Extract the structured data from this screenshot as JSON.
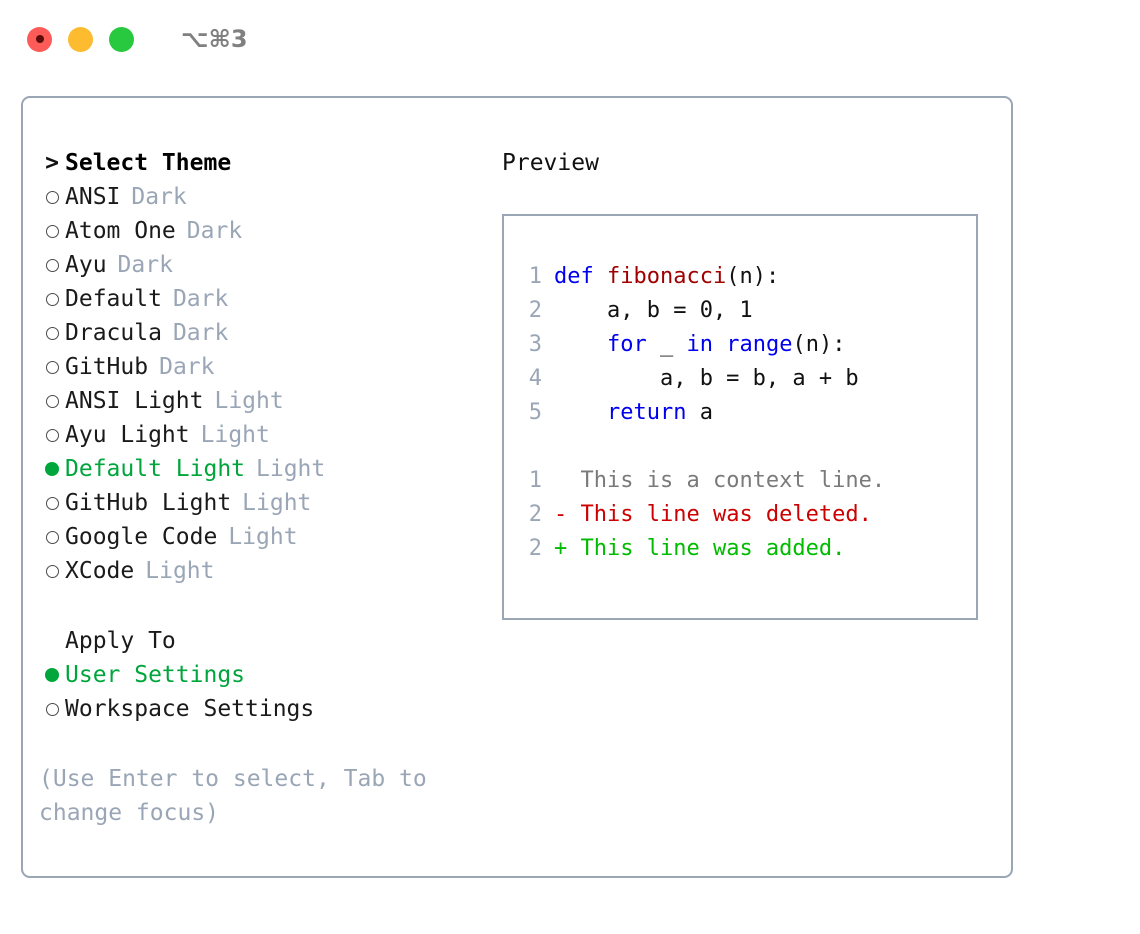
{
  "window": {
    "traffic_lights": [
      "close-red",
      "minimize-yellow",
      "maximize-green"
    ],
    "shortcut": "⌥⌘3"
  },
  "theme_picker": {
    "header": {
      "marker": ">",
      "label": "Select Theme"
    },
    "items": [
      {
        "marker": "o",
        "selected": false,
        "label": "ANSI",
        "tag": "Dark"
      },
      {
        "marker": "o",
        "selected": false,
        "label": "Atom One",
        "tag": "Dark"
      },
      {
        "marker": "o",
        "selected": false,
        "label": "Ayu",
        "tag": "Dark"
      },
      {
        "marker": "o",
        "selected": false,
        "label": "Default",
        "tag": "Dark"
      },
      {
        "marker": "o",
        "selected": false,
        "label": "Dracula",
        "tag": "Dark"
      },
      {
        "marker": "o",
        "selected": false,
        "label": "GitHub",
        "tag": "Dark"
      },
      {
        "marker": "o",
        "selected": false,
        "label": "ANSI Light",
        "tag": "Light"
      },
      {
        "marker": "o",
        "selected": false,
        "label": "Ayu Light",
        "tag": "Light"
      },
      {
        "marker": "●",
        "selected": true,
        "label": "Default Light",
        "tag": "Light"
      },
      {
        "marker": "o",
        "selected": false,
        "label": "GitHub Light",
        "tag": "Light"
      },
      {
        "marker": "o",
        "selected": false,
        "label": "Google Code",
        "tag": "Light"
      },
      {
        "marker": "o",
        "selected": false,
        "label": "XCode",
        "tag": "Light"
      }
    ]
  },
  "apply_to": {
    "header": {
      "label": "Apply To"
    },
    "items": [
      {
        "marker": "●",
        "selected": true,
        "label": "User Settings"
      },
      {
        "marker": "o",
        "selected": false,
        "label": "Workspace Settings"
      }
    ]
  },
  "hint": "(Use Enter to select, Tab to change focus)",
  "preview": {
    "title": "Preview",
    "code_lines": [
      {
        "lineno": "1",
        "tokens": [
          {
            "text": "def ",
            "kind": "kw"
          },
          {
            "text": "fibonacci",
            "kind": "fn"
          },
          {
            "text": "(n):",
            "kind": "plain"
          }
        ]
      },
      {
        "lineno": "2",
        "tokens": [
          {
            "text": "    a, b = 0, 1",
            "kind": "plain"
          }
        ]
      },
      {
        "lineno": "3",
        "tokens": [
          {
            "text": "    for ",
            "kind": "kw"
          },
          {
            "text": "_ ",
            "kind": "plain"
          },
          {
            "text": "in ",
            "kind": "kw"
          },
          {
            "text": "range",
            "kind": "kw"
          },
          {
            "text": "(n):",
            "kind": "plain"
          }
        ]
      },
      {
        "lineno": "4",
        "tokens": [
          {
            "text": "        a, b = b, a + b",
            "kind": "plain"
          }
        ]
      },
      {
        "lineno": "5",
        "tokens": [
          {
            "text": "    return ",
            "kind": "kw"
          },
          {
            "text": "a",
            "kind": "plain"
          }
        ]
      }
    ],
    "diff_lines": [
      {
        "lineno": "1",
        "sign": " ",
        "text": "This is a context line.",
        "kind": "ctx"
      },
      {
        "lineno": "2",
        "sign": "-",
        "text": "This line was deleted.",
        "kind": "del"
      },
      {
        "lineno": "2",
        "sign": "+",
        "text": "This line was added.",
        "kind": "add"
      }
    ]
  },
  "colors": {
    "accent_green": "#00a63c",
    "muted_gray": "#9aa6b6",
    "border": "#9aa6b6",
    "keyword_blue": "#0000ee",
    "function_red": "#a00000",
    "diff_delete": "#cc0000",
    "diff_add": "#00bb00",
    "light_red": "#fc5b57",
    "light_yellow": "#fdbc2f",
    "light_green": "#28c83f"
  }
}
